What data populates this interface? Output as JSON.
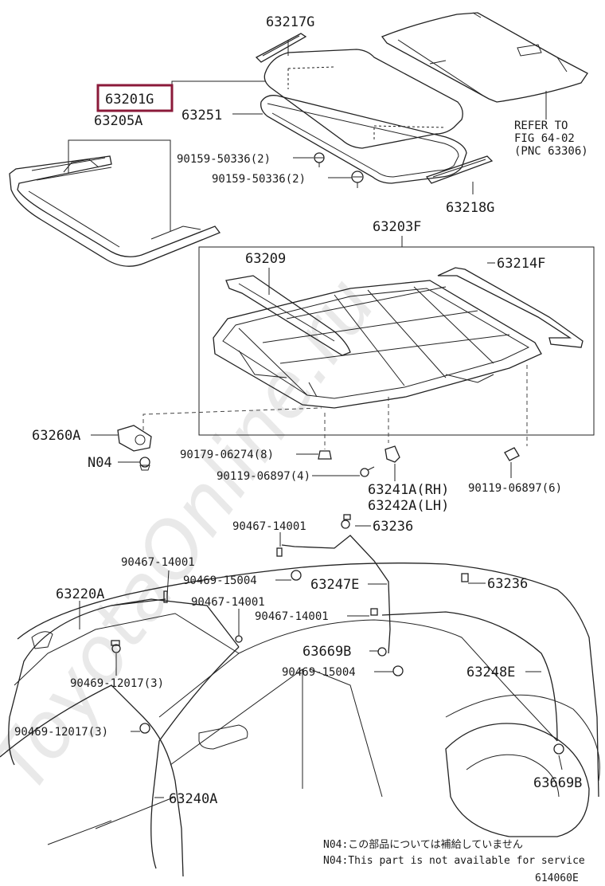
{
  "watermark": "ToyotaOnline.ru",
  "labels": {
    "p63217G": "63217G",
    "p63201G": "63201G",
    "p63205A": "63205A",
    "p63251": "63251",
    "refer1": "REFER TO",
    "refer2": "FIG 64-02",
    "refer3": "(PNC 63306)",
    "b1": "90159-50336(2)",
    "b2": "90159-50336(2)",
    "p63218G": "63218G",
    "p63203F": "63203F",
    "p63209": "63209",
    "p63214F": "63214F",
    "p63260A": "63260A",
    "n04": "N04",
    "c1": "90179-06274(8)",
    "c2": "90119-06897(4)",
    "c3": "90119-06897(6)",
    "p63241A": "63241A(RH)",
    "p63242A": "63242A(LH)",
    "h1": "90467-14001",
    "p63236a": "63236",
    "h2": "90467-14001",
    "h3": "90469-15004",
    "p63247E": "63247E",
    "p63220A": "63220A",
    "p63236b": "63236",
    "h4": "90467-14001",
    "h5": "90467-14001",
    "p63669Ba": "63669B",
    "h6": "90469-12017(3)",
    "h7": "90469-15004",
    "p63248E": "63248E",
    "h8": "90469-12017(3)",
    "p63240A": "63240A",
    "p63669Bb": "63669B"
  },
  "notes": {
    "jp": "N04:この部品については補給していません",
    "en": "N04:This part is not available for service"
  },
  "figure_id": "614060E",
  "highlight_color": "#8b1a3a"
}
